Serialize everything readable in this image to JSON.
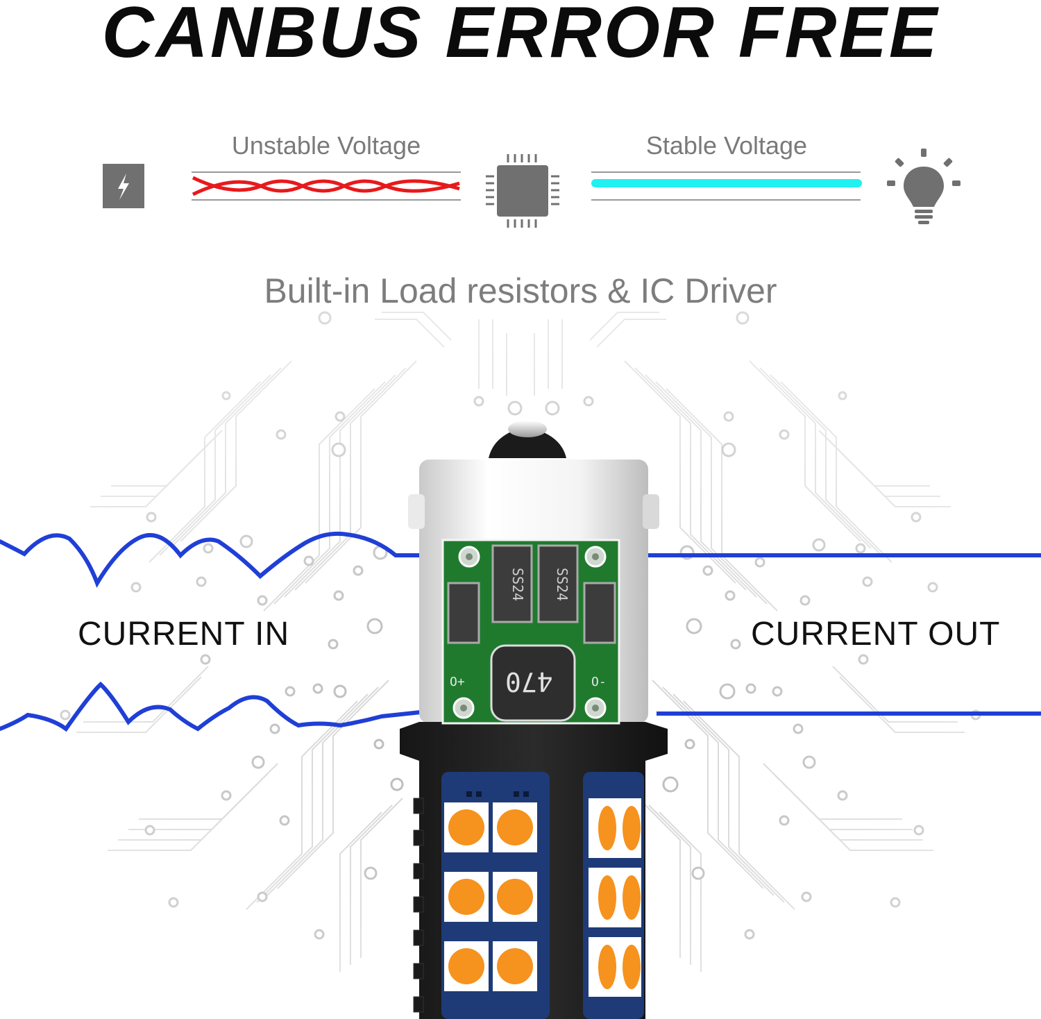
{
  "headline": "CANBUS ERROR FREE",
  "flow": {
    "unstable_label": "Unstable Voltage",
    "stable_label": "Stable Voltage"
  },
  "subtitle": "Built-in Load resistors & IC Driver",
  "current": {
    "in_label": "CURRENT IN",
    "out_label": "CURRENT OUT"
  },
  "pcb": {
    "inductor_text": "470",
    "diode_text": "SS24",
    "pad_plus": "O+",
    "pad_minus": "O-"
  },
  "icons": {
    "power": "lightning-bolt-icon",
    "chip": "microchip-icon",
    "bulb": "light-bulb-icon"
  },
  "colors": {
    "unstable": "#e8191b",
    "stable": "#20f0f0",
    "wave": "#1f3fd6",
    "icon_gray": "#707070",
    "led": "#f6921e",
    "pcb": "#1f7a2e"
  }
}
